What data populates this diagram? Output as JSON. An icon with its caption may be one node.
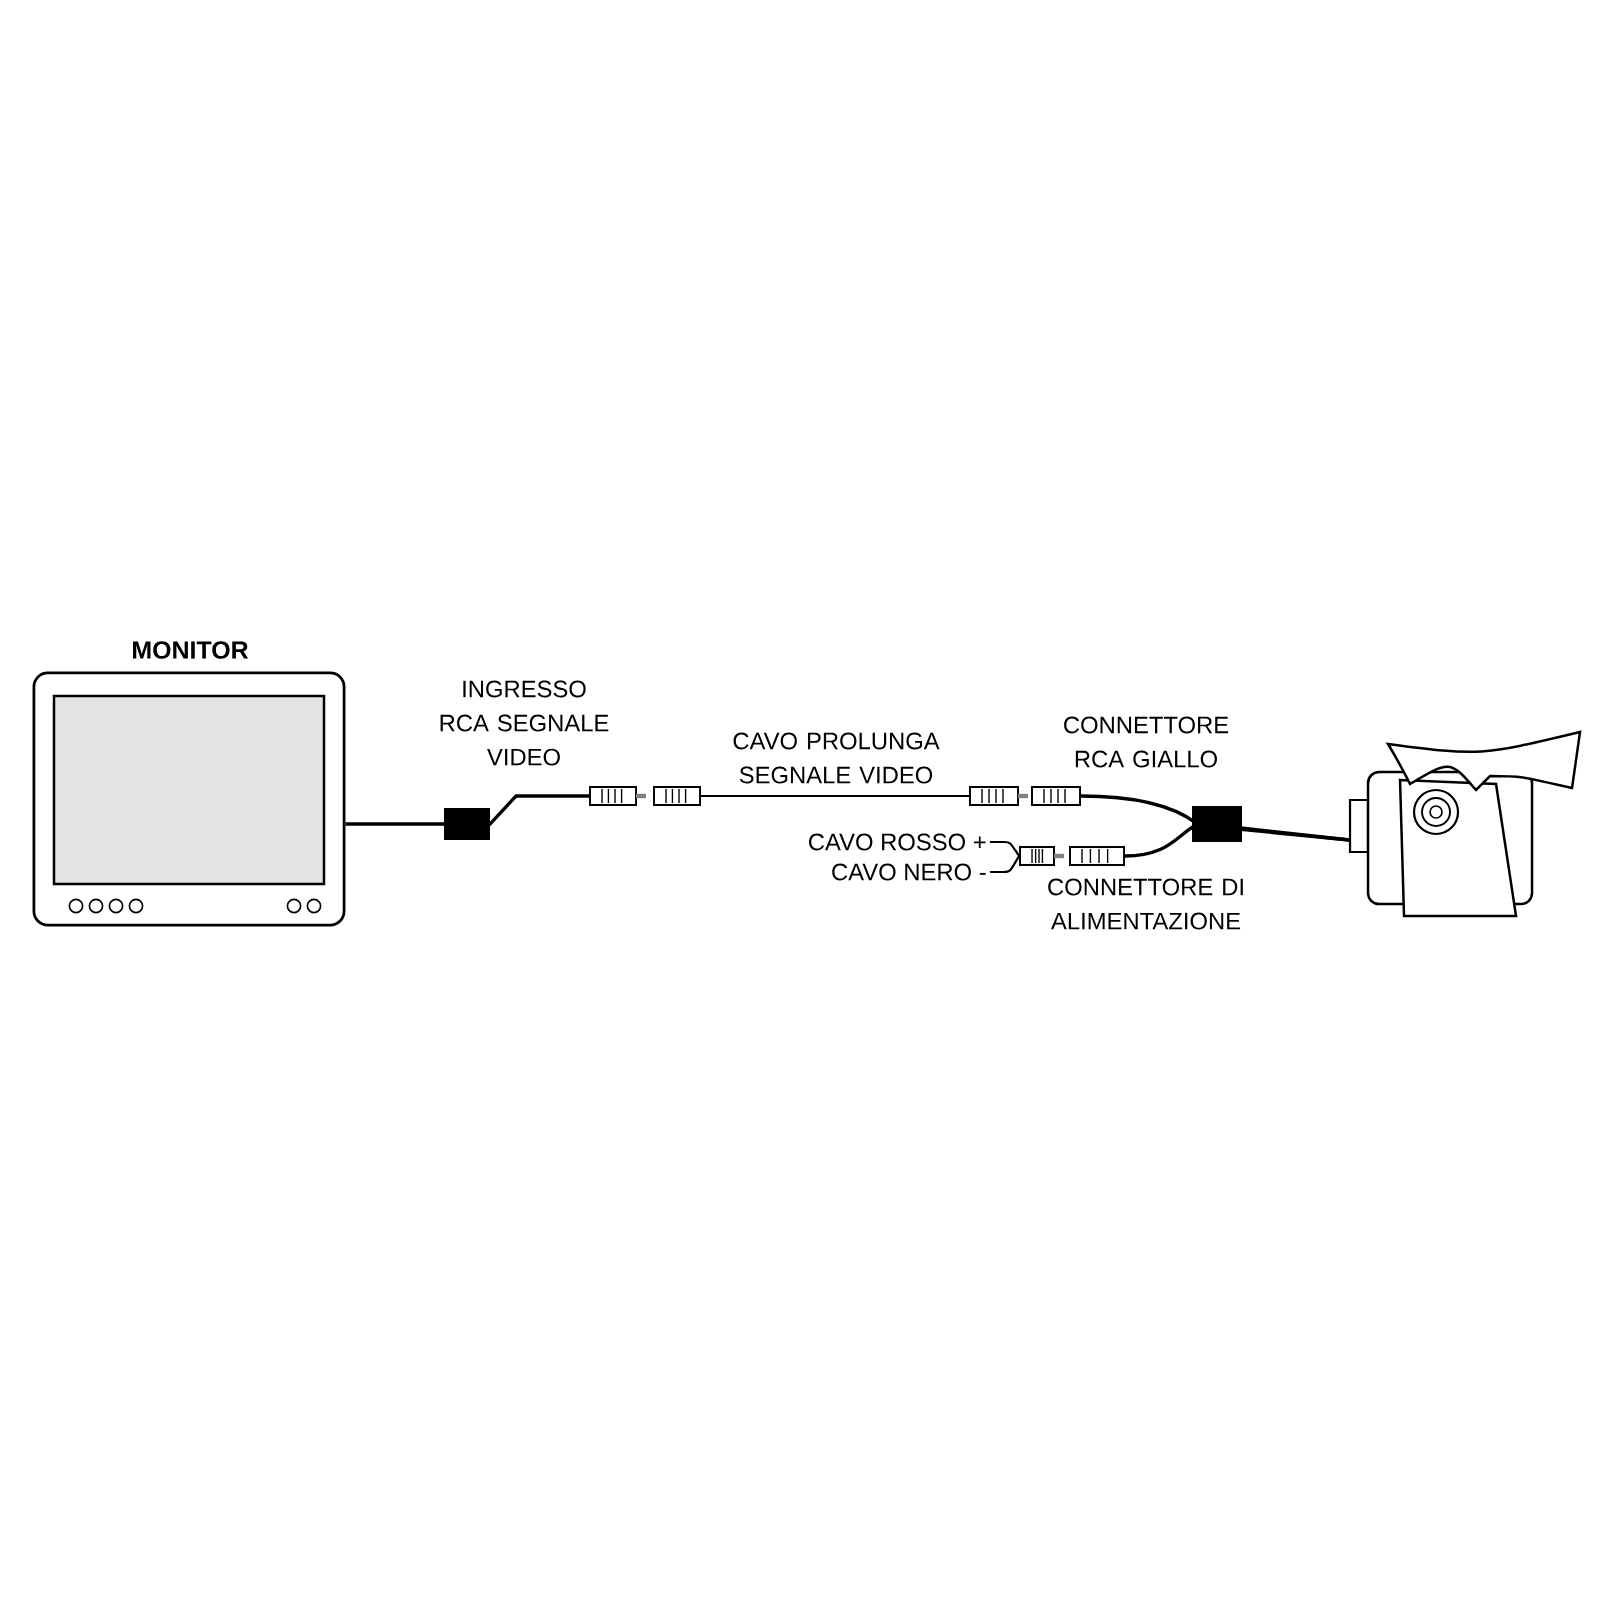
{
  "diagram": {
    "nodes": [
      {
        "text": [
          "MONITOR"
        ]
      },
      {
        "text": [],
        "shape": "picture",
        "beside": [
          "INGRESSO RCA SEGNALE VIDEO"
        ]
      },
      {
        "text": [],
        "shape": "picture"
      },
      {
        "text": [],
        "shape": "picture"
      },
      {
        "text": [],
        "shape": "picture",
        "beside": [
          "CONNETTORE RCA GIALLO"
        ]
      },
      {
        "text": [],
        "shape": "picture",
        "beside": [
          "CONNETTORE DI ALIMENTAZIONE"
        ]
      },
      {
        "text": [],
        "shape": "picture"
      },
      {
        "text": [
          "CAVO ROSSO +"
        ]
      },
      {
        "text": [
          "CAVO NERO -"
        ]
      },
      {
        "text": [],
        "shape": "picture"
      }
    ],
    "edges": [
      {
        "from": 0,
        "to": 1,
        "arrow": "none"
      },
      {
        "from": 2,
        "to": 3,
        "arrow": "none",
        "label": "CAVO PROLUNGA SEGNALE VIDEO"
      },
      {
        "from": 4,
        "to": 9,
        "arrow": "none"
      },
      {
        "from": 5,
        "to": 9,
        "arrow": "none"
      },
      {
        "from": 7,
        "to": 6,
        "arrow": "none"
      },
      {
        "from": 8,
        "to": 6,
        "arrow": "none"
      }
    ]
  }
}
